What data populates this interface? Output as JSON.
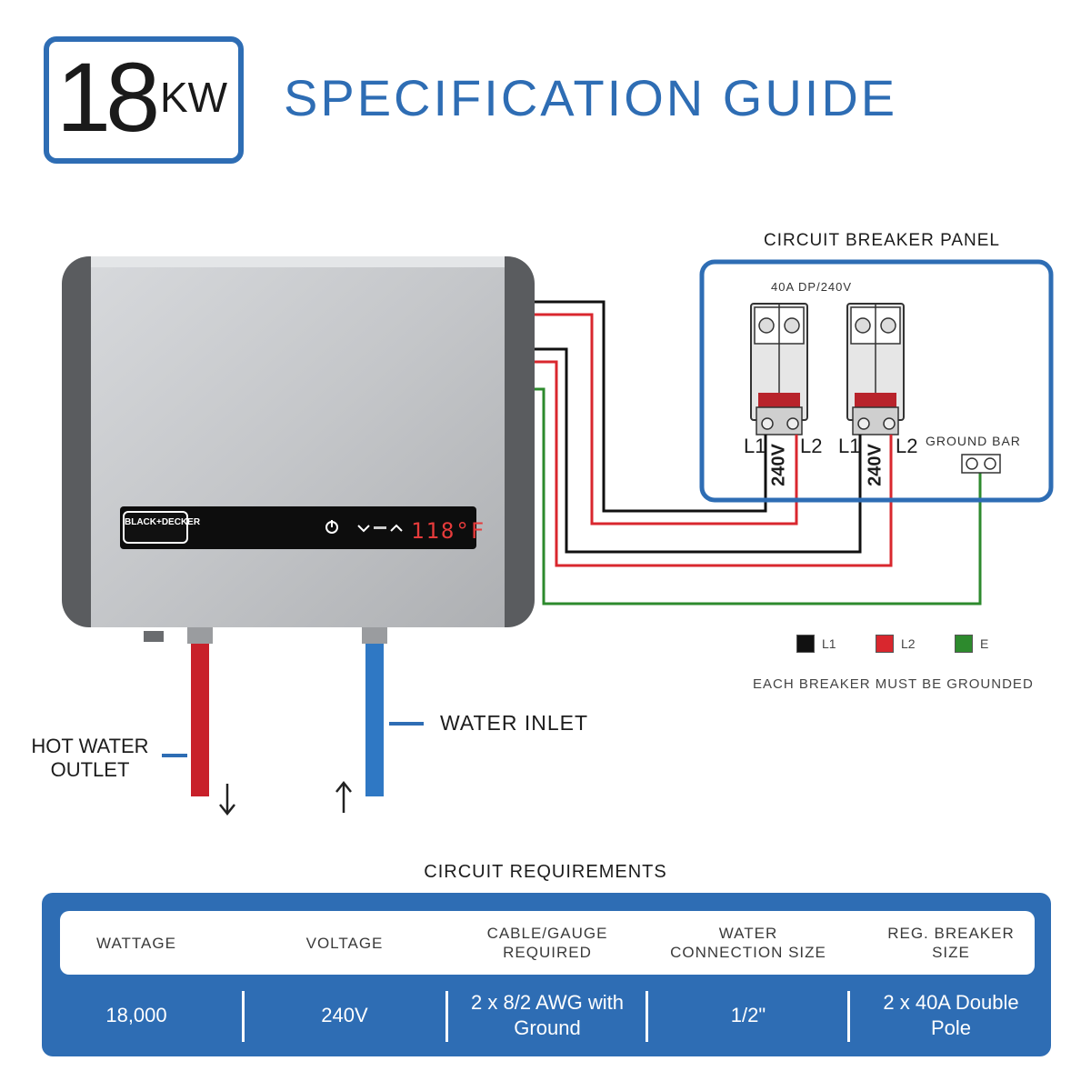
{
  "header": {
    "power_value": "18",
    "power_unit": "KW",
    "title": "SPECIFICATION GUIDE"
  },
  "heater": {
    "brand": "BLACK+DECKER",
    "display_temp": "118°F"
  },
  "panel": {
    "title": "CIRCUIT BREAKER PANEL",
    "breaker_rating": "40A DP/240V",
    "ground_bar_label": "GROUND BAR",
    "breakers": [
      {
        "l1": "L1",
        "l2": "L2",
        "voltage": "240V"
      },
      {
        "l1": "L1",
        "l2": "L2",
        "voltage": "240V"
      }
    ]
  },
  "legend": {
    "items": [
      {
        "label": "L1",
        "color": "#111111"
      },
      {
        "label": "L2",
        "color": "#d9272e"
      },
      {
        "label": "E",
        "color": "#2d8a2d"
      }
    ],
    "note": "EACH BREAKER MUST BE GROUNDED"
  },
  "water": {
    "hot_outlet": "HOT WATER OUTLET",
    "inlet": "WATER INLET"
  },
  "colors": {
    "brand_blue": "#2e6db4",
    "wire_l1": "#111111",
    "wire_l2": "#d9272e",
    "wire_ground": "#2d8a2d",
    "hot_pipe": "#c8202a",
    "cold_pipe": "#2f78c4"
  },
  "table": {
    "heading": "CIRCUIT REQUIREMENTS",
    "columns": [
      {
        "header": "WATTAGE",
        "value": "18,000"
      },
      {
        "header": "VOLTAGE",
        "value": "240V"
      },
      {
        "header": "CABLE/GAUGE REQUIRED",
        "value": "2 x 8/2 AWG with Ground"
      },
      {
        "header": "WATER CONNECTION SIZE",
        "value": "1/2\""
      },
      {
        "header": "REG. BREAKER SIZE",
        "value": "2 x 40A Double Pole"
      }
    ]
  }
}
